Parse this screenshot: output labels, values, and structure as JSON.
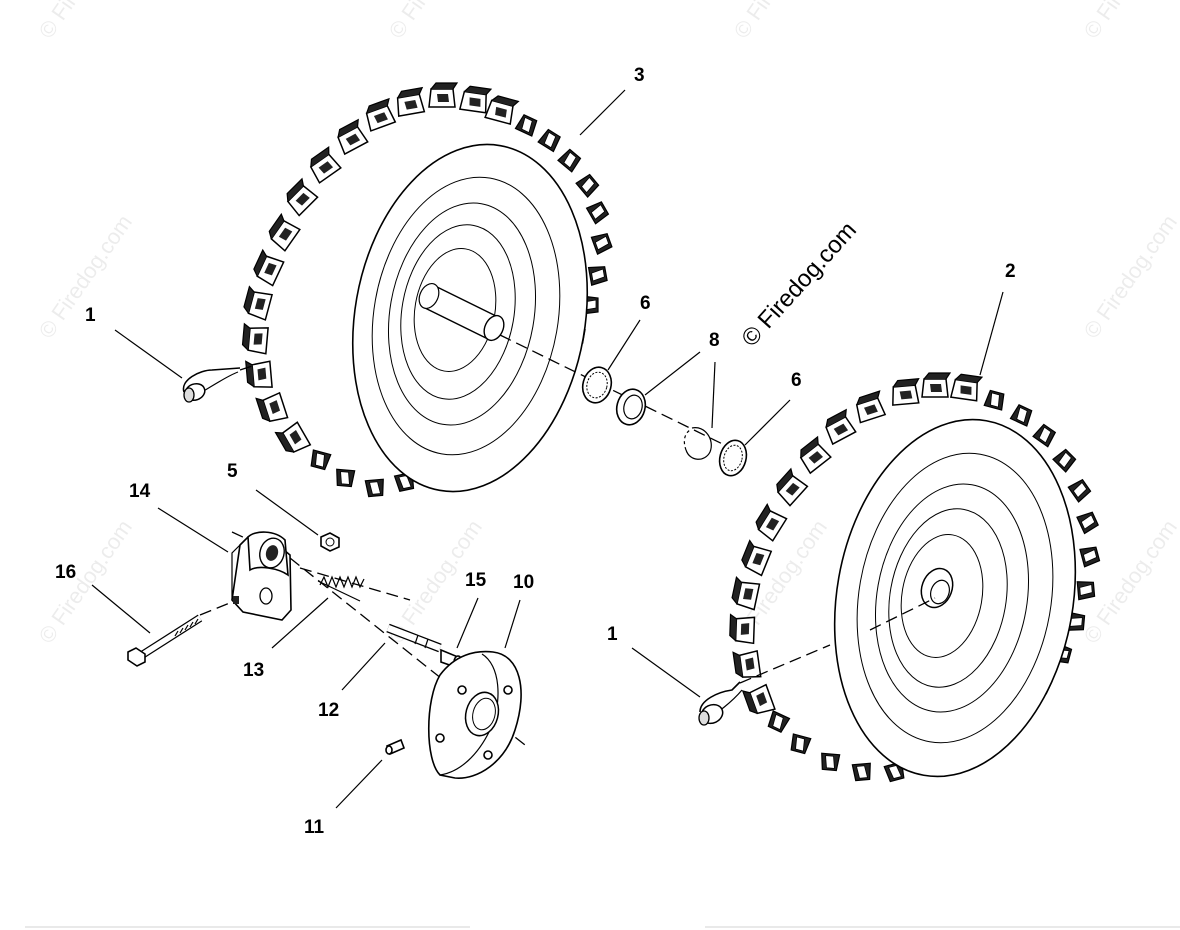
{
  "watermark": {
    "main_text": "© Firedog.com",
    "tile_text": "© Firedog.com"
  },
  "callouts": [
    {
      "id": "c3",
      "label": "3"
    },
    {
      "id": "c2",
      "label": "2"
    },
    {
      "id": "c1a",
      "label": "1"
    },
    {
      "id": "c6a",
      "label": "6"
    },
    {
      "id": "c8",
      "label": "8"
    },
    {
      "id": "c6b",
      "label": "6"
    },
    {
      "id": "c5",
      "label": "5"
    },
    {
      "id": "c14",
      "label": "14"
    },
    {
      "id": "c16",
      "label": "16"
    },
    {
      "id": "c15",
      "label": "15"
    },
    {
      "id": "c10",
      "label": "10"
    },
    {
      "id": "c13",
      "label": "13"
    },
    {
      "id": "c12",
      "label": "12"
    },
    {
      "id": "c1b",
      "label": "1"
    },
    {
      "id": "c11",
      "label": "11"
    }
  ],
  "colors": {
    "line": "#000000",
    "background": "#ffffff"
  }
}
